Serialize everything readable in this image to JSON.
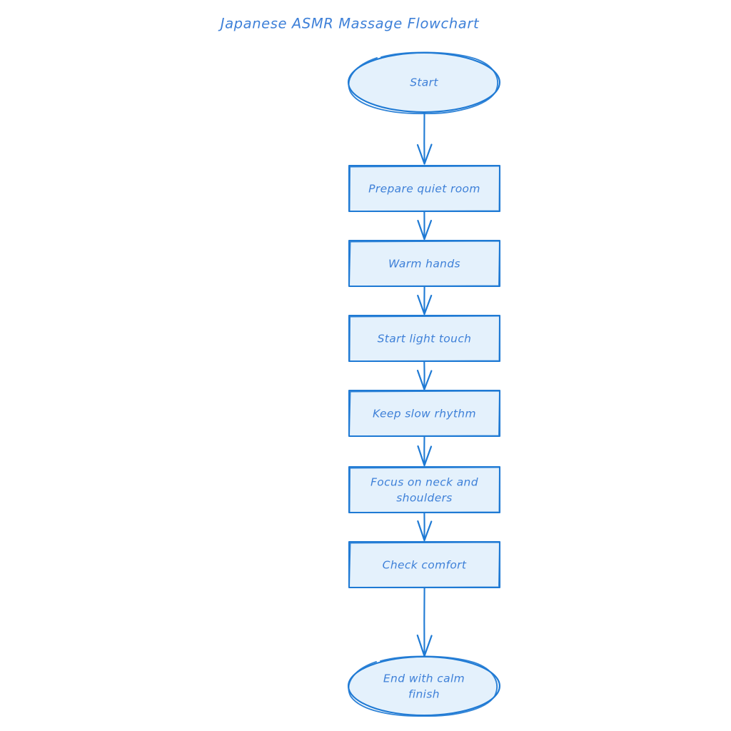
{
  "title": "Japanese ASMR Massage Flowchart",
  "theme": {
    "background": "#ffffff",
    "node_fill": "#e4f1fc",
    "node_stroke": "#1f7ad4",
    "text_color": "#3e80d8",
    "edge_stroke": "#1f7ad4",
    "style": "hand-drawn"
  },
  "chart_data": {
    "type": "flowchart",
    "direction": "top-to-bottom",
    "title": "Japanese ASMR Massage Flowchart",
    "nodes": [
      {
        "id": "start",
        "shape": "ellipse",
        "label": "Start",
        "lines": [
          "Start"
        ]
      },
      {
        "id": "prepare",
        "shape": "rectangle",
        "label": "Prepare quiet room",
        "lines": [
          "Prepare quiet room"
        ]
      },
      {
        "id": "warm",
        "shape": "rectangle",
        "label": "Warm hands",
        "lines": [
          "Warm hands"
        ]
      },
      {
        "id": "touch",
        "shape": "rectangle",
        "label": "Start light touch",
        "lines": [
          "Start light touch"
        ]
      },
      {
        "id": "rhythm",
        "shape": "rectangle",
        "label": "Keep slow rhythm",
        "lines": [
          "Keep slow rhythm"
        ]
      },
      {
        "id": "focus",
        "shape": "rectangle",
        "label": "Focus on neck and shoulders",
        "lines": [
          "Focus on neck and",
          "shoulders"
        ]
      },
      {
        "id": "comfort",
        "shape": "rectangle",
        "label": "Check comfort",
        "lines": [
          "Check comfort"
        ]
      },
      {
        "id": "end",
        "shape": "ellipse",
        "label": "End with calm finish",
        "lines": [
          "End with calm",
          "finish"
        ]
      }
    ],
    "edges": [
      {
        "from": "start",
        "to": "prepare",
        "label": ""
      },
      {
        "from": "prepare",
        "to": "warm",
        "label": ""
      },
      {
        "from": "warm",
        "to": "touch",
        "label": ""
      },
      {
        "from": "touch",
        "to": "rhythm",
        "label": ""
      },
      {
        "from": "rhythm",
        "to": "focus",
        "label": ""
      },
      {
        "from": "focus",
        "to": "comfort",
        "label": ""
      },
      {
        "from": "comfort",
        "to": "end",
        "label": ""
      }
    ]
  }
}
